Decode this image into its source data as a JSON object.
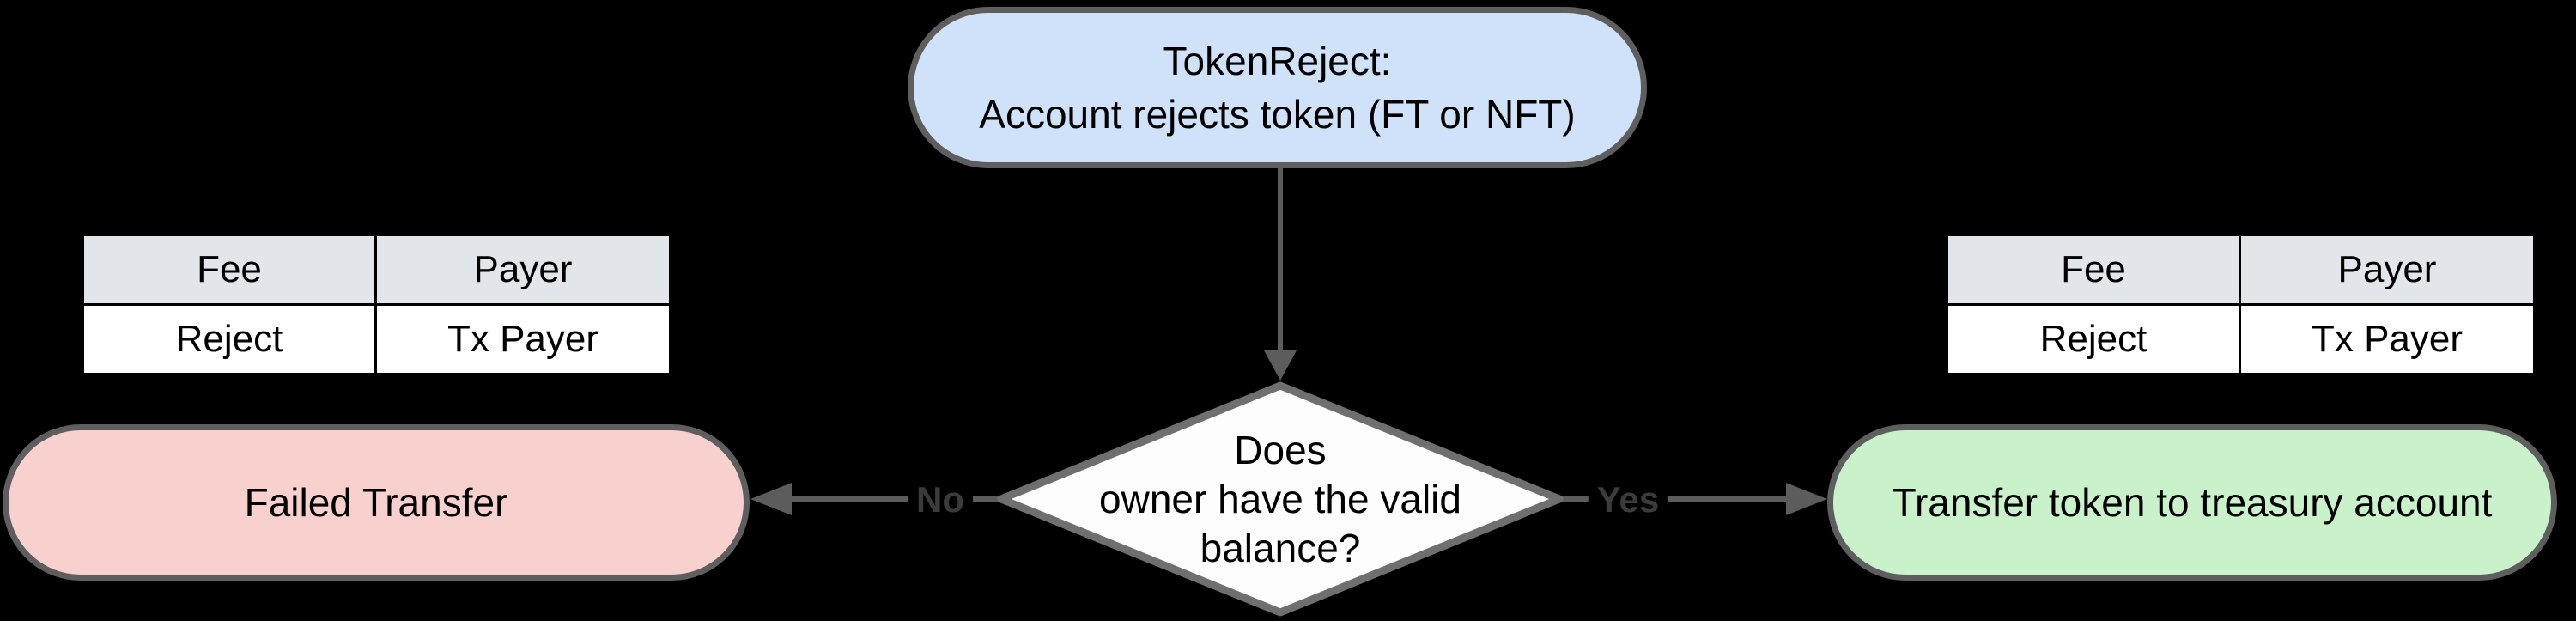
{
  "colors": {
    "canvas_bg": "#000000",
    "start_fill": "#d0e2fa",
    "decision_fill": "#fdfdfd",
    "failed_fill": "#f8d0cd",
    "success_fill": "#c9f2cb",
    "node_border": "#5e5e5e",
    "diamond_border": "#6f6f6f",
    "arrow": "#5c5c5c",
    "edge_label_color": "#3b3b3b",
    "table_header_bg": "#e2e5ea",
    "table_border": "#000000"
  },
  "nodes": {
    "start": {
      "lines": [
        "TokenReject:",
        "Account rejects token (FT or NFT)"
      ]
    },
    "decision": {
      "lines": [
        "Does",
        "owner have the valid",
        "balance?"
      ]
    },
    "failed": {
      "label": "Failed Transfer"
    },
    "success": {
      "label": "Transfer token to treasury account"
    }
  },
  "edges": {
    "no": {
      "label": "No"
    },
    "yes": {
      "label": "Yes"
    }
  },
  "left_table": {
    "headers": [
      "Fee",
      "Payer"
    ],
    "row": [
      "Reject",
      "Tx Payer"
    ]
  },
  "right_table": {
    "headers": [
      "Fee",
      "Payer"
    ],
    "row": [
      "Reject",
      "Tx Payer"
    ]
  }
}
